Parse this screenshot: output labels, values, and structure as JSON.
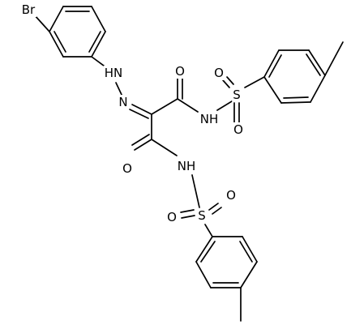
{
  "molecule": {
    "labels": {
      "br": "Br",
      "hydrazone_nh": "HN",
      "hydrazone_n": "N",
      "amide_o_upper": "O",
      "amide_o_lower": "O",
      "nh_upper": "NH",
      "nh_lower": "NH",
      "s_upper": "S",
      "s_lower": "S",
      "so2_o_upper_left": "O",
      "so2_o_upper_bottom": "O",
      "so2_o_lower_left": "O",
      "so2_o_lower_right": "O"
    }
  }
}
